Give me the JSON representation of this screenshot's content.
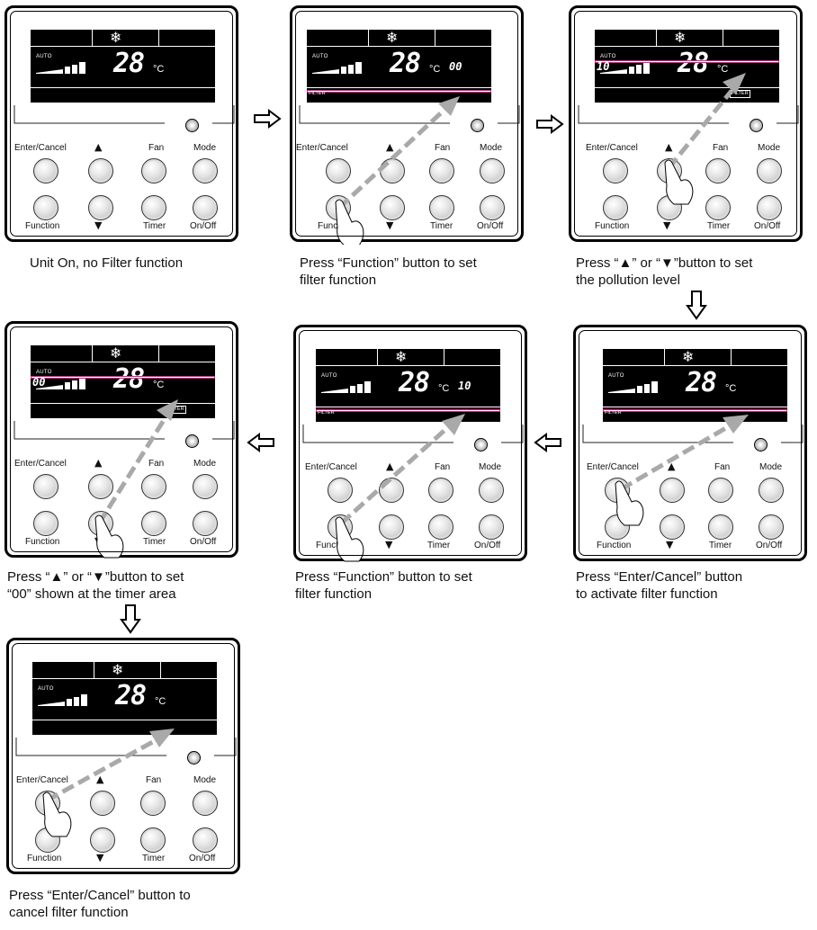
{
  "labels": {
    "enter_cancel": "Enter/Cancel",
    "fan": "Fan",
    "mode": "Mode",
    "function": "Function",
    "timer": "Timer",
    "on_off": "On/Off",
    "up": "▲",
    "down": "▼"
  },
  "lcd": {
    "auto": "AUTO",
    "temperature": "28",
    "unit": "°C",
    "filter": "FILTER",
    "snow_symbol": "❄"
  },
  "panels": [
    {
      "timer": "",
      "filter_shown": false,
      "caption_lines": [
        "Unit On, no Filter function"
      ]
    },
    {
      "timer": "00",
      "filter_shown": true,
      "caption_lines": [
        "Press “Function” button to set",
        "filter function"
      ]
    },
    {
      "timer": "10",
      "filter_shown": true,
      "caption_lines": [
        "Press “▲” or “▼”button to set",
        "the pollution level"
      ]
    },
    {
      "timer": "",
      "filter_shown": true,
      "caption_lines": [
        "Press “Enter/Cancel” button",
        "to activate filter function"
      ]
    },
    {
      "timer": "10",
      "filter_shown": true,
      "caption_lines": [
        "Press “Function” button to set",
        "filter function"
      ]
    },
    {
      "timer": "00",
      "filter_shown": true,
      "caption_lines": [
        "Press “▲” or “▼”button to set",
        "“00” shown at the timer area"
      ]
    },
    {
      "timer": "",
      "filter_shown": false,
      "caption_lines": [
        "Press “Enter/Cancel” button to",
        "cancel filter function"
      ]
    }
  ],
  "colors": {
    "highlight": "#e01b84",
    "pointer_arrow": "#a9a9a9"
  }
}
